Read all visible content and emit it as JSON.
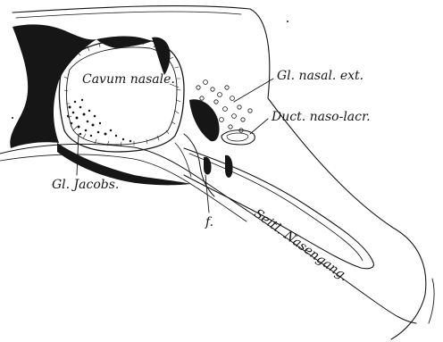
{
  "labels": {
    "cavum_nasale": "Cavum nasale.",
    "gl_nasal_ext": "Gl. nasal. ext.",
    "duct_naso_lacr": "Duct. naso-lacr.",
    "gl_jacobs": "Gl. Jacobs.",
    "f": "f.",
    "seitl_nasengang": "Seitl. Nasengang."
  },
  "colors": {
    "ink": "#161616",
    "paper": "#ffffff"
  }
}
